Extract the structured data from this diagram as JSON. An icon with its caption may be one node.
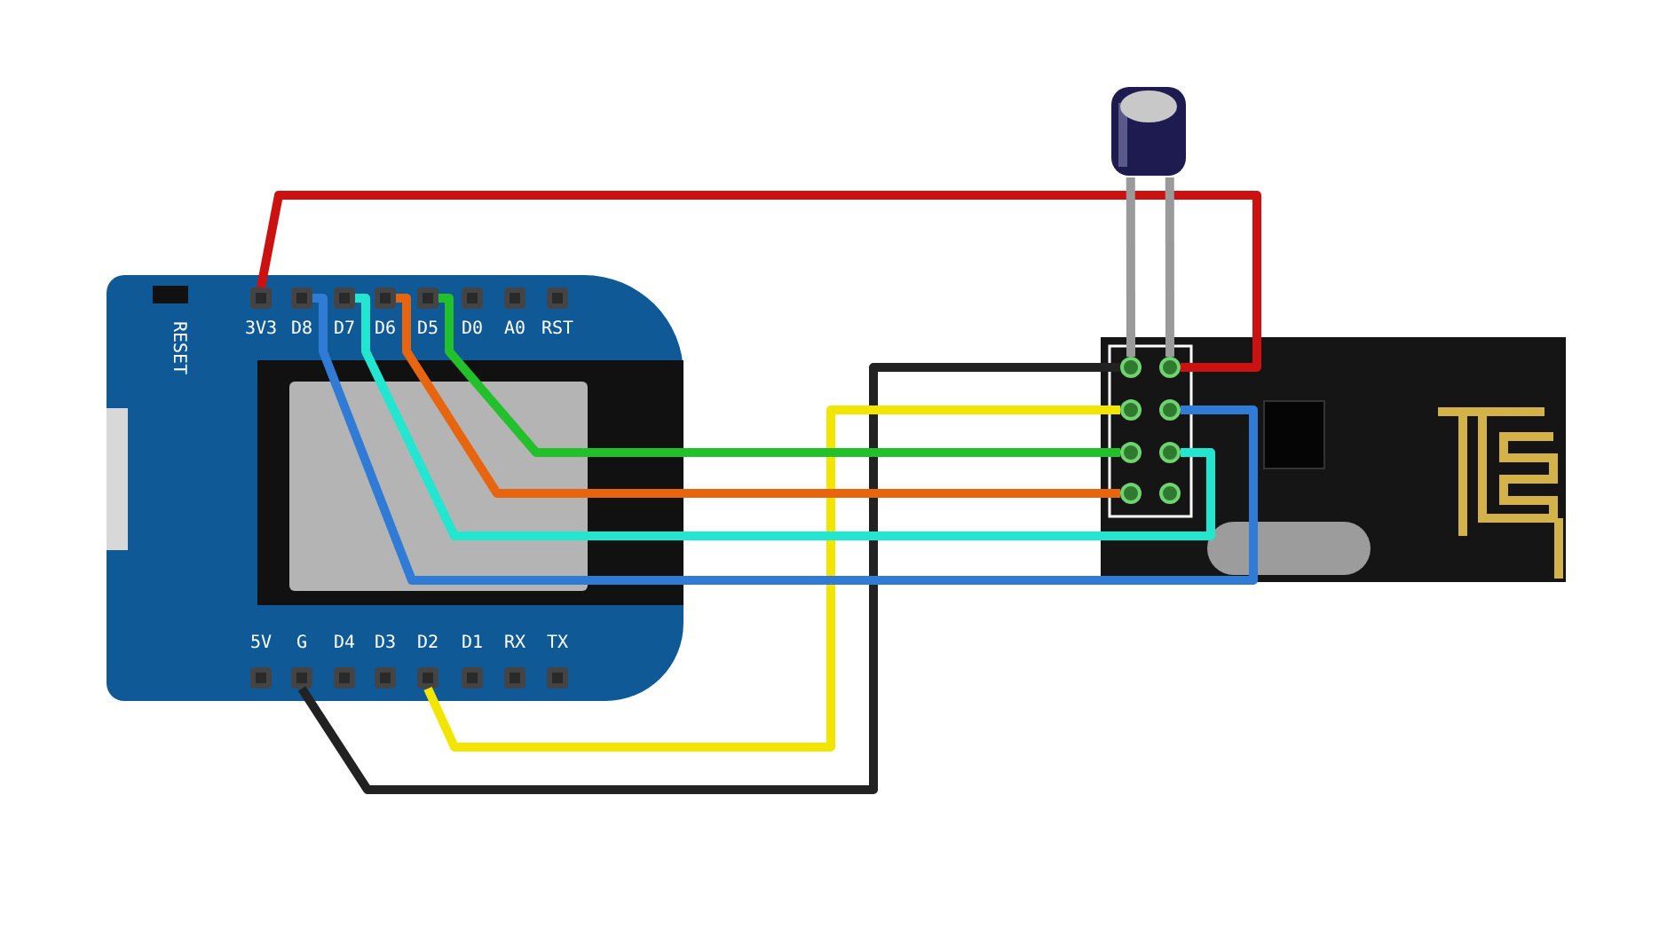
{
  "diagram": {
    "nodes": [
      {
        "text": [
          "RESET"
        ]
      },
      {
        "text": [],
        "shape": "box",
        "beside": [
          "3V3"
        ],
        "in": 0
      },
      {
        "text": [],
        "shape": "box",
        "beside": [
          "D8"
        ],
        "in": 0
      },
      {
        "text": [],
        "shape": "box",
        "beside": [
          "D7"
        ],
        "in": 0
      },
      {
        "text": [],
        "shape": "box",
        "beside": [
          "D6"
        ],
        "in": 0
      },
      {
        "text": [],
        "shape": "box",
        "beside": [
          "D5"
        ],
        "in": 0
      },
      {
        "text": [],
        "shape": "box",
        "beside": [
          "D0"
        ],
        "in": 0
      },
      {
        "text": [],
        "shape": "box",
        "beside": [
          "A0"
        ],
        "in": 0
      },
      {
        "text": [],
        "shape": "box",
        "beside": [
          "RST"
        ],
        "in": 0
      },
      {
        "text": [],
        "shape": "box",
        "beside": [
          "5V"
        ],
        "in": 0
      },
      {
        "text": [],
        "shape": "box",
        "beside": [
          "G"
        ],
        "in": 0
      },
      {
        "text": [],
        "shape": "box",
        "beside": [
          "D4"
        ],
        "in": 0
      },
      {
        "text": [],
        "shape": "box",
        "beside": [
          "D3"
        ],
        "in": 0
      },
      {
        "text": [],
        "shape": "box",
        "beside": [
          "D2"
        ],
        "in": 0
      },
      {
        "text": [],
        "shape": "box",
        "beside": [
          "D1"
        ],
        "in": 0
      },
      {
        "text": [],
        "shape": "box",
        "beside": [
          "RX"
        ],
        "in": 0
      },
      {
        "text": [],
        "shape": "box",
        "beside": [
          "TX"
        ],
        "in": 0
      },
      {
        "text": [],
        "shape": "picture"
      },
      {
        "text": [],
        "shape": "box"
      },
      {
        "text": [],
        "shape": "circle",
        "in": 18
      },
      {
        "text": [],
        "shape": "circle",
        "in": 18
      },
      {
        "text": [],
        "shape": "circle",
        "in": 18
      },
      {
        "text": [],
        "shape": "circle",
        "in": 18
      },
      {
        "text": [],
        "shape": "circle",
        "in": 18
      },
      {
        "text": [],
        "shape": "circle",
        "in": 18
      },
      {
        "text": [],
        "shape": "circle",
        "in": 18
      },
      {
        "text": [],
        "shape": "circle",
        "in": 18
      }
    ],
    "edges": [
      {
        "from": 1,
        "to": 20,
        "arrow": "none",
        "color": "#cc1111"
      },
      {
        "from": 10,
        "to": 19,
        "arrow": "none",
        "color": "#222222"
      },
      {
        "from": 13,
        "to": 21,
        "arrow": "none",
        "color": "#f2e600"
      },
      {
        "from": 2,
        "to": 22,
        "arrow": "none",
        "color": "#2f7bd6"
      },
      {
        "from": 5,
        "to": 23,
        "arrow": "none",
        "color": "#22c02a"
      },
      {
        "from": 3,
        "to": 24,
        "arrow": "none",
        "color": "#22e6d0"
      },
      {
        "from": 4,
        "to": 25,
        "arrow": "none",
        "color": "#e8650f"
      },
      {
        "from": 17,
        "to": 19,
        "arrow": "none",
        "color": "#9a9a9a"
      },
      {
        "from": 17,
        "to": 20,
        "arrow": "none",
        "color": "#9a9a9a"
      }
    ]
  }
}
